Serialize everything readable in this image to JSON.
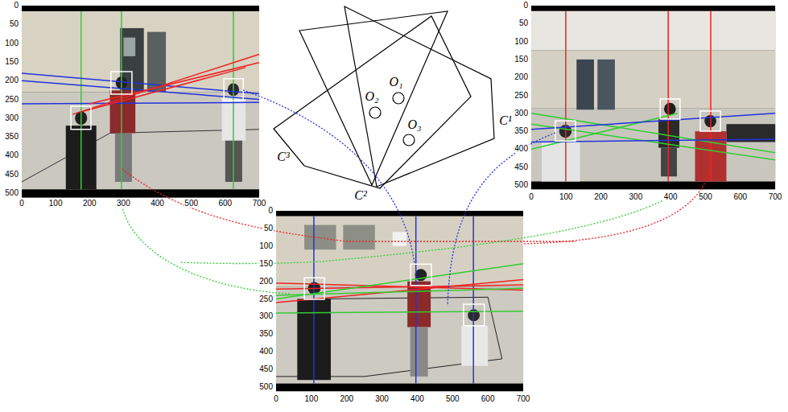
{
  "diagram": {
    "labels": [
      "0",
      "50",
      "100",
      "150",
      "200",
      "250",
      "300",
      "350",
      "400",
      "450",
      "500",
      "0",
      "100",
      "200",
      "300",
      "400",
      "500",
      "600",
      "700",
      "0",
      "50",
      "100",
      "150",
      "200",
      "250",
      "300",
      "350",
      "400",
      "450",
      "500",
      "0",
      "100",
      "200",
      "300",
      "400",
      "500",
      "600",
      "700",
      "0",
      "50",
      "100",
      "150",
      "200",
      "250",
      "300",
      "350",
      "400",
      "450",
      "500",
      "0",
      "100",
      "200",
      "300",
      "400",
      "500",
      "600",
      "700",
      "O₂",
      "O₁",
      "O₃",
      "C¹",
      "C²",
      "C³"
    ]
  }
}
